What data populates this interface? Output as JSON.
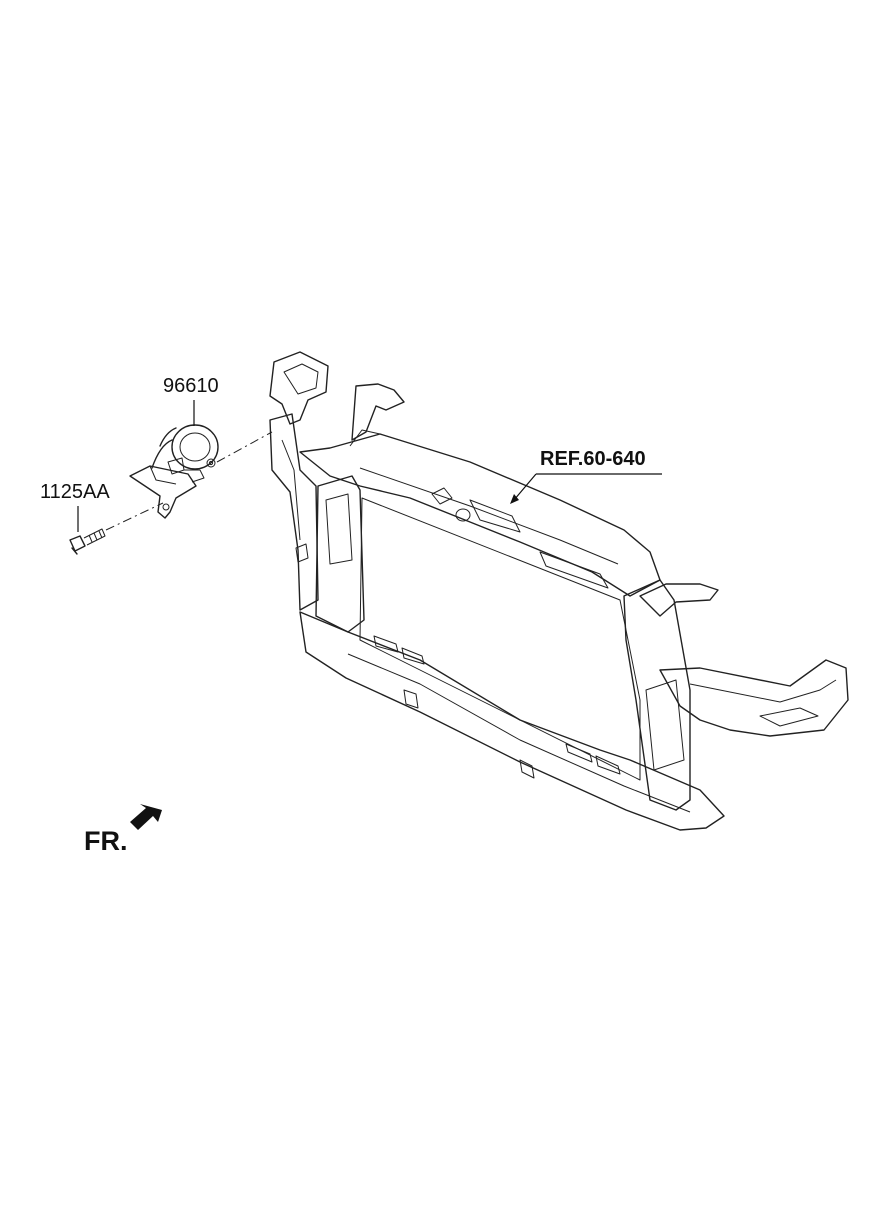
{
  "labels": {
    "horn_part": "96610",
    "bolt_part": "1125AA",
    "reference": "REF.60-640",
    "front_direction": "FR."
  },
  "icons": {
    "front_arrow": "arrow-down-left-icon"
  },
  "colors": {
    "line": "#222222",
    "background": "#ffffff"
  }
}
